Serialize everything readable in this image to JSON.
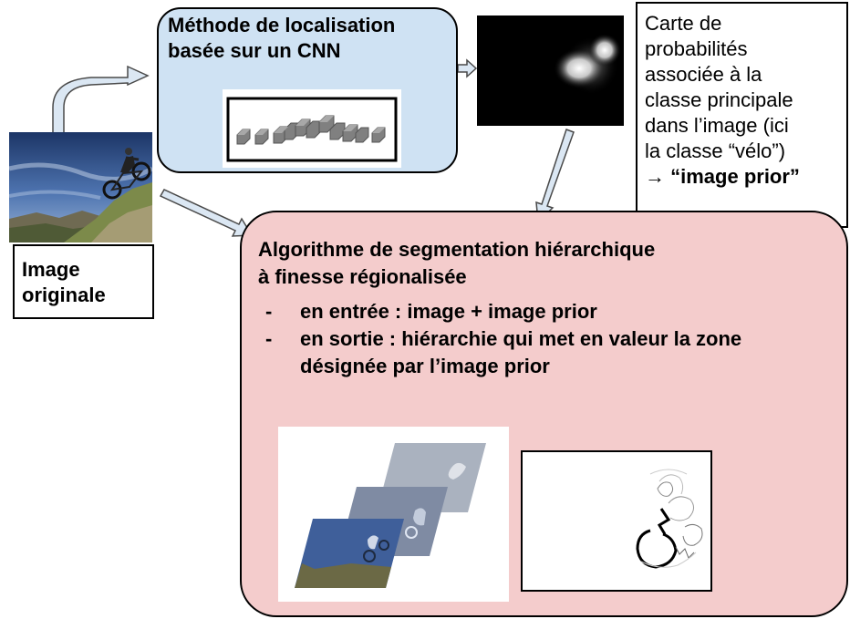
{
  "cnn": {
    "title_line1": "Méthode de localisation",
    "title_line2": "basée sur un CNN"
  },
  "prob_caption": {
    "lines": [
      "Carte de",
      "probabilités",
      "associée à la",
      "classe principale",
      "dans l’image (ici",
      "la classe “vélo”)"
    ],
    "arrow": "→",
    "bold_text": "“image prior”"
  },
  "original": {
    "label_line1": "Image",
    "label_line2": "originale"
  },
  "segmentation": {
    "title_line1": "Algorithme de segmentation hiérarchique",
    "title_line2": "à finesse régionalisée",
    "bullets": [
      "en entrée : image + image prior",
      "en sortie : hiérarchie qui met en valeur la zone désignée par l’image prior"
    ],
    "bullet_marker": "-"
  },
  "colors": {
    "cnn_box": "#cfe2f3",
    "seg_box": "#f4cccc",
    "arrow_fill": "#dbe7f3",
    "arrow_stroke": "#4a4a4a"
  }
}
